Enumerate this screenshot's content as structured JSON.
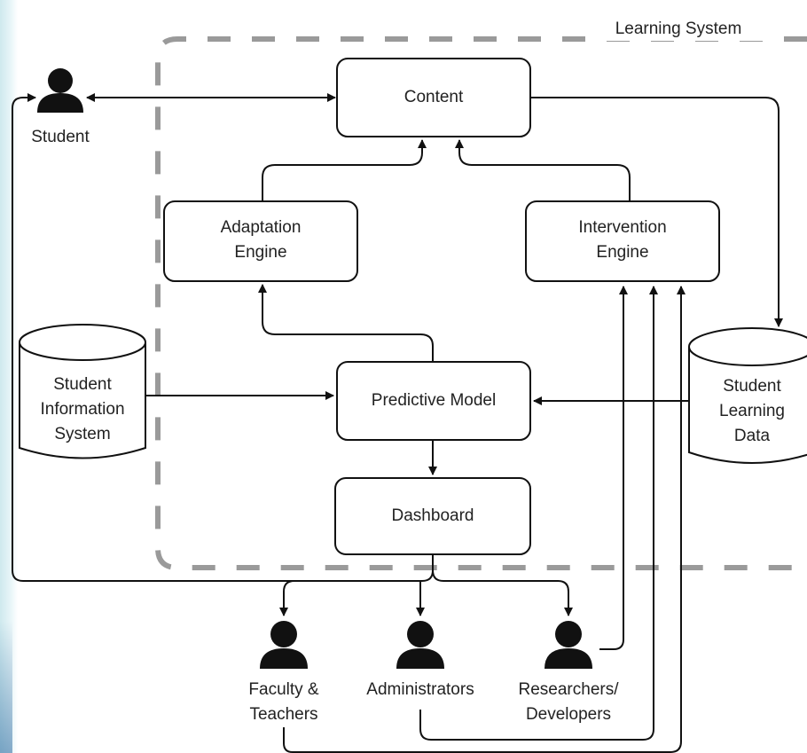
{
  "system_title": "Learning System",
  "nodes": {
    "content": "Content",
    "adaptation_engine": [
      "Adaptation",
      "Engine"
    ],
    "intervention_engine": [
      "Intervention",
      "Engine"
    ],
    "predictive_model": "Predictive Model",
    "dashboard": "Dashboard",
    "student_info_system": [
      "Student",
      "Information",
      "System"
    ],
    "student_learning_data": [
      "Student",
      "Learning",
      "Data"
    ]
  },
  "actors": {
    "student": "Student",
    "faculty": [
      "Faculty &",
      "Teachers"
    ],
    "administrators": "Administrators",
    "researchers": [
      "Researchers/",
      "Developers"
    ]
  }
}
